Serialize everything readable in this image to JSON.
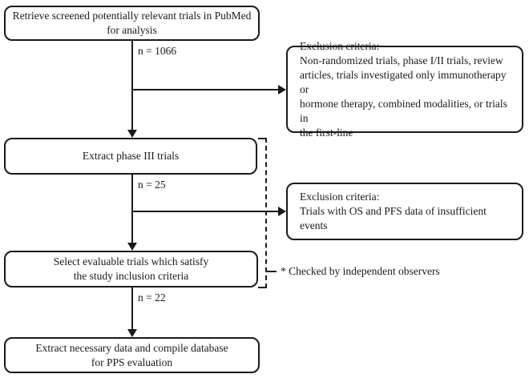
{
  "diagram": {
    "type": "flowchart",
    "nodes": {
      "retrieve": {
        "text": "Retrieve screened potentially relevant trials in PubMed\nfor analysis"
      },
      "exclusion1": {
        "text": "Exclusion criteria:\nNon-randomized trials, phase I/II trials, review\narticles, trials investigated only immunotherapy or\nhormone therapy, combined modalities, or trials in\nthe first-line"
      },
      "extract_phase3": {
        "text": "Extract phase III trials"
      },
      "exclusion2": {
        "text": "Exclusion criteria:\nTrials with OS and PFS data of insufficient events"
      },
      "select_evaluable": {
        "text": "Select evaluable trials which satisfy\nthe study inclusion criteria"
      },
      "extract_data": {
        "text": "Extract necessary data and compile database\nfor PPS evaluation"
      }
    },
    "labels": {
      "n_initial": "n = 1066",
      "n_phase3": "n = 25",
      "n_evaluable": "n = 22",
      "checked_note": "* Checked by independent observers"
    },
    "colors": {
      "ink": "#1a1a1a",
      "background": "#ffffff"
    }
  }
}
